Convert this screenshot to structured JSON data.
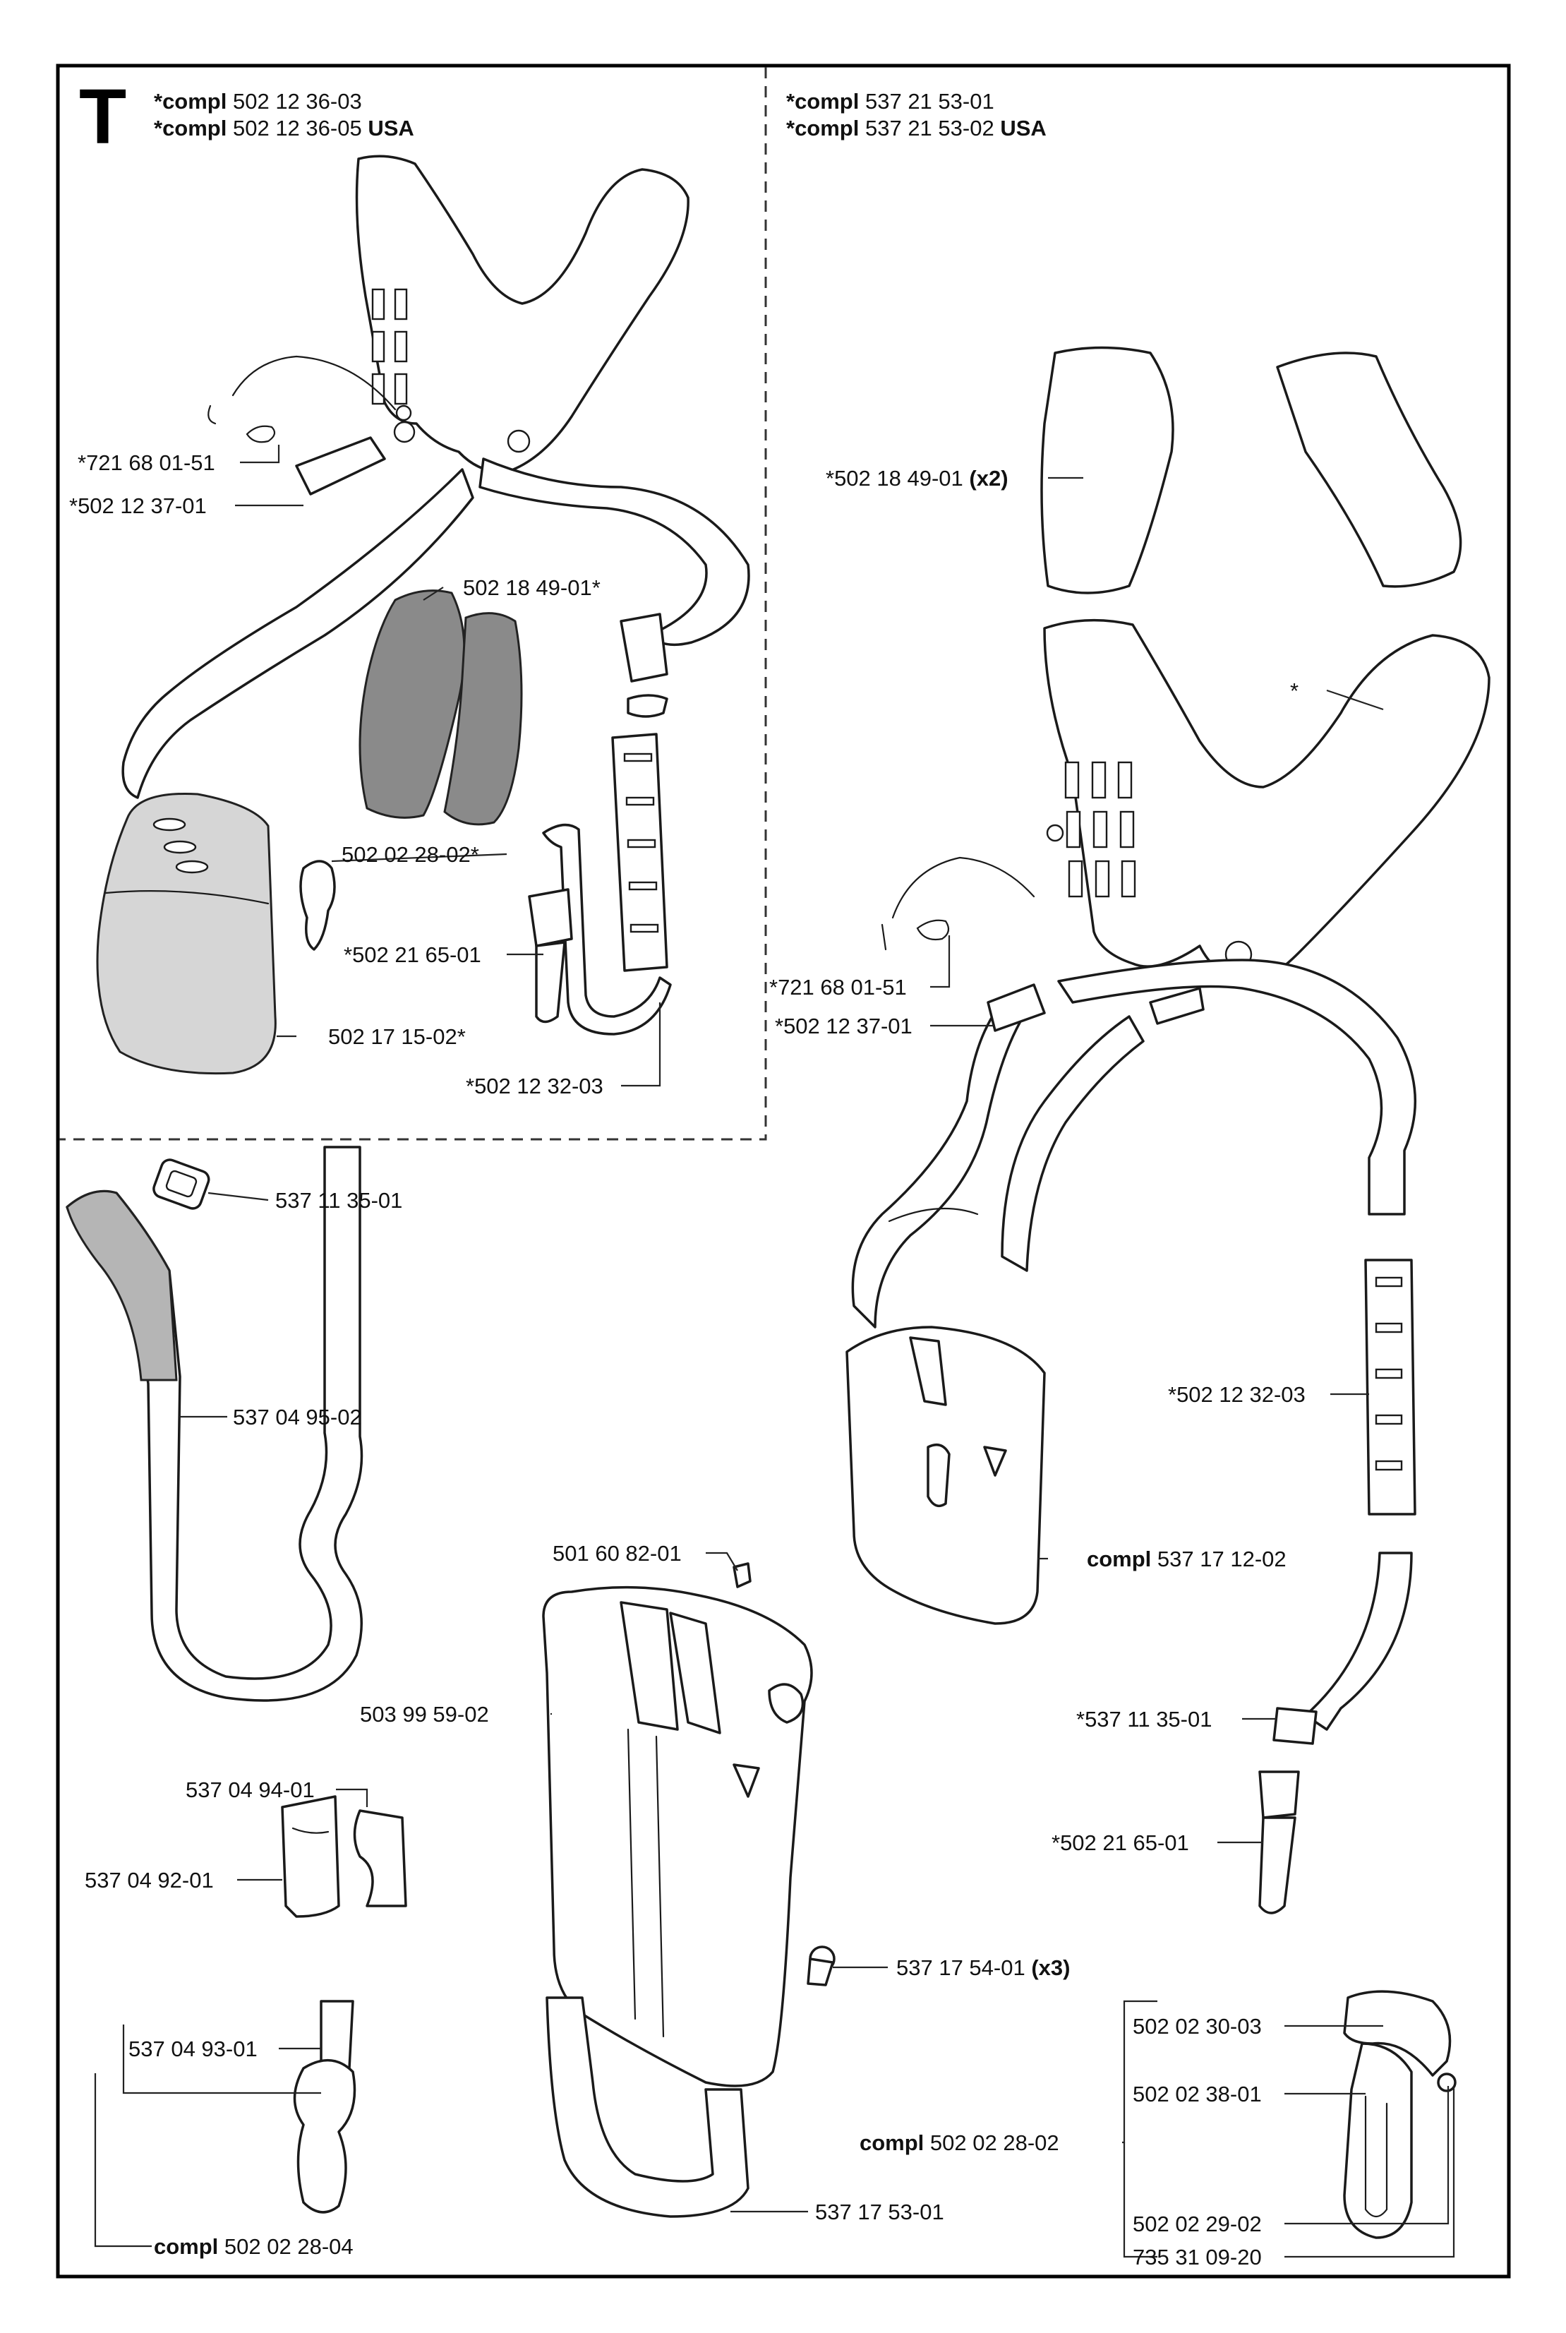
{
  "section_letter": "T",
  "kits": {
    "left": [
      {
        "prefix": "*compl",
        "number": "502 12 36-03",
        "suffix": ""
      },
      {
        "prefix": "*compl",
        "number": "502 12 36-05",
        "suffix": "USA"
      }
    ],
    "right": [
      {
        "prefix": "*compl",
        "number": "537 21 53-01",
        "suffix": ""
      },
      {
        "prefix": "*compl",
        "number": "537 21 53-02",
        "suffix": "USA"
      }
    ]
  },
  "callouts": {
    "p721680151_a": "*721 68 01-51",
    "p502123701_a": "*502 12 37-01",
    "p502184901_a": "502 18 49-01*",
    "p502022802_a": "502 02 28-02*",
    "p502216501_a": "*502 21 65-01",
    "p502171502": "502 17 15-02*",
    "p502123203_a": "*502 12 32-03",
    "p502184901_b": "*502 18 49-01",
    "p502184901_b_qty": "(x2)",
    "star": "*",
    "p721680151_b": "*721 68 01-51",
    "p502123701_b": "*502 12 37-01",
    "p502123203_b": "*502 12 32-03",
    "compl_537171202_prefix": "compl",
    "compl_537171202": "537 17 12-02",
    "p537113501_b": "*537 11 35-01",
    "p502216501_b": "*502 21 65-01",
    "p537113501_a": "537 11 35-01",
    "p537049502": "537 04 95-02",
    "p501608201": "501 60 82-01",
    "p503995902": "503 99 59-02",
    "p537049401": "537 04 94-01",
    "p537049201": "537 04 92-01",
    "p537175401": "537 17 54-01",
    "p537175401_qty": "(x3)",
    "p537049301": "537 04 93-01",
    "compl_502022804_prefix": "compl",
    "compl_502022804": "502 02 28-04",
    "p537175301": "537 17 53-01",
    "p502023003": "502 02 30-03",
    "p502023801": "502 02 38-01",
    "compl_502022802_prefix": "compl",
    "compl_502022802": "502 02 28-02",
    "p502022902": "502 02 29-02",
    "p735310920": "735 31 09-20"
  }
}
